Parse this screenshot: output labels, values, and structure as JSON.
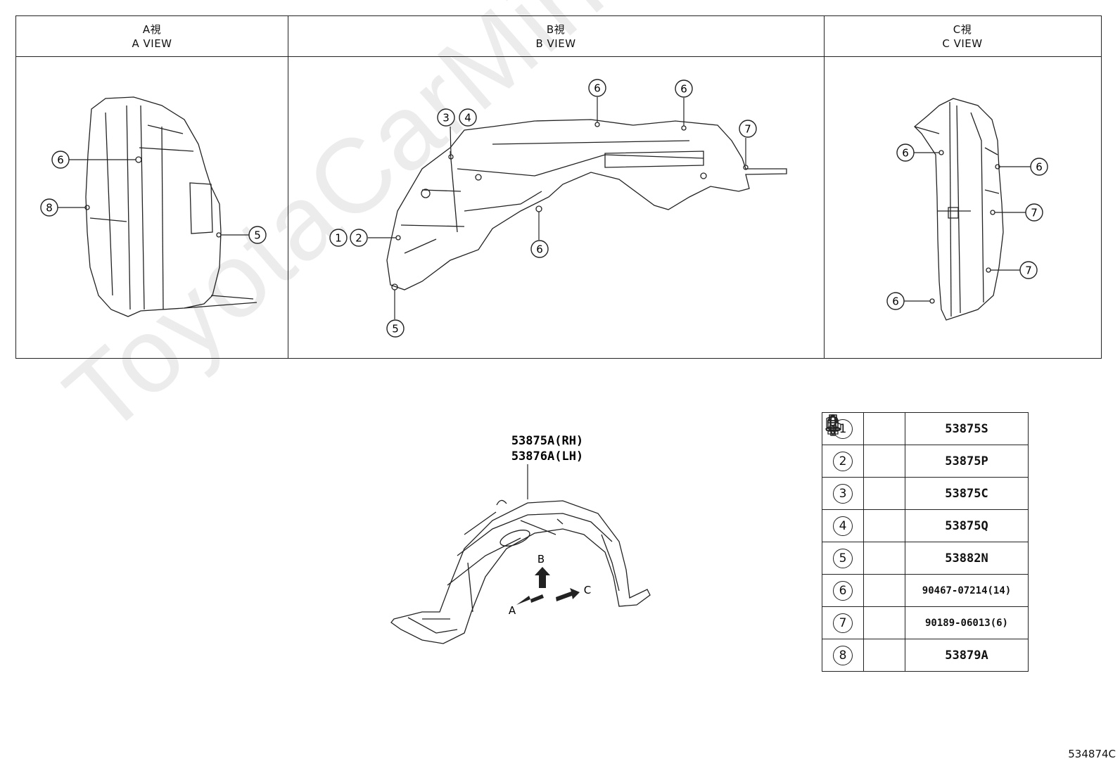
{
  "views": [
    {
      "jp": "A視",
      "en": "A VIEW"
    },
    {
      "jp": "B視",
      "en": "B VIEW"
    },
    {
      "jp": "C視",
      "en": "C VIEW"
    }
  ],
  "main_part": {
    "line1": "53875A(RH)",
    "line2": "53876A(LH)"
  },
  "direction_labels": {
    "a": "A",
    "b": "B",
    "c": "C"
  },
  "legend": [
    {
      "num": "1",
      "icon": "clip-icon",
      "code": "53875S"
    },
    {
      "num": "2",
      "icon": "screw-icon",
      "code": "53875P"
    },
    {
      "num": "3",
      "icon": "nut-clip-icon",
      "code": "53875C"
    },
    {
      "num": "4",
      "icon": "screw-icon",
      "code": "53875Q"
    },
    {
      "num": "5",
      "icon": "push-clip-icon",
      "code": "53882N"
    },
    {
      "num": "6",
      "icon": "push-clip-icon",
      "code": "90467-07214(14)"
    },
    {
      "num": "7",
      "icon": "grommet-icon",
      "code": "90189-06013(6)"
    },
    {
      "num": "8",
      "icon": "pin-clip-icon",
      "code": "53879A"
    }
  ],
  "callouts": {
    "a": [
      "6",
      "8",
      "5"
    ],
    "b": [
      "3",
      "4",
      "6",
      "6",
      "7",
      "1",
      "2",
      "6",
      "5"
    ],
    "c": [
      "6",
      "6",
      "7",
      "7",
      "6"
    ]
  },
  "diagram_id": "534874C",
  "watermark": "ToyotaCarMine.ru"
}
